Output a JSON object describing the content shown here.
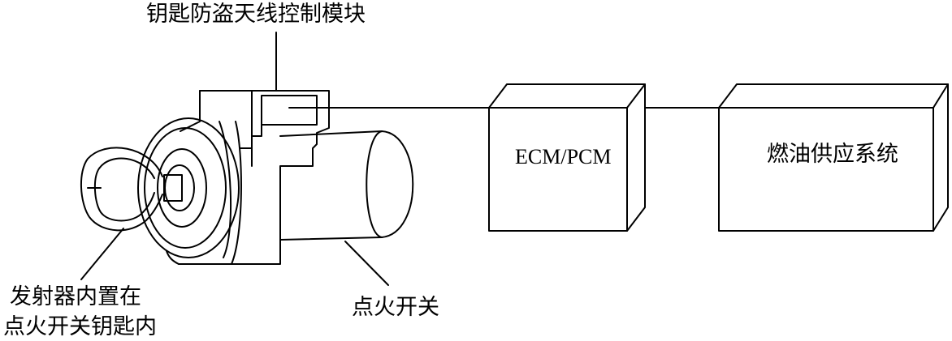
{
  "labels": {
    "antenna_module": "钥匙防盗天线控制模块",
    "transmitter_line1": "发射器内置在",
    "transmitter_line2": "点火开关钥匙内",
    "ignition_switch": "点火开关",
    "ecm": "ECM/PCM",
    "fuel_system": "燃油供应系统"
  }
}
